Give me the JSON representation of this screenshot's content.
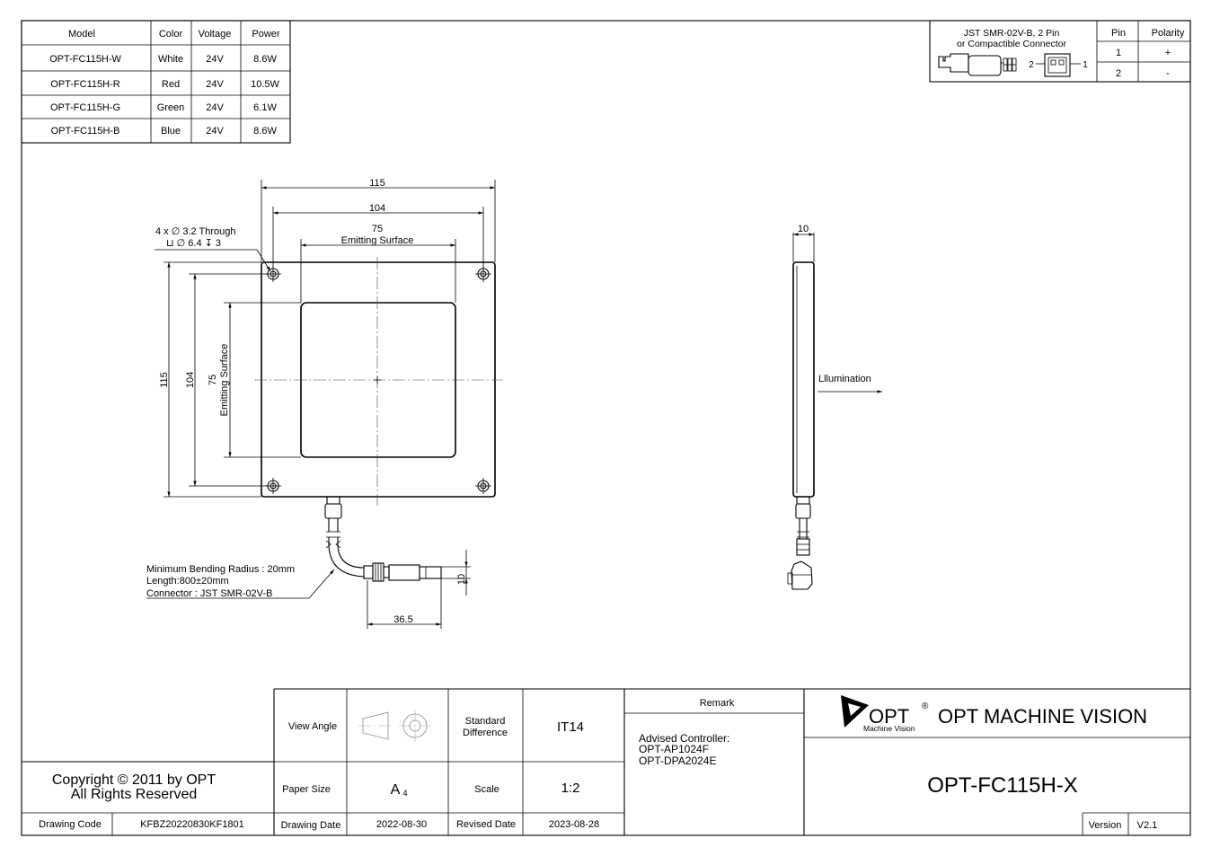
{
  "model_table": {
    "headers": [
      "Model",
      "Color",
      "Voltage",
      "Power"
    ],
    "rows": [
      [
        "OPT-FC115H-W",
        "White",
        "24V",
        "8.6W"
      ],
      [
        "OPT-FC115H-R",
        "Red",
        "24V",
        "10.5W"
      ],
      [
        "OPT-FC115H-G",
        "Green",
        "24V",
        "6.1W"
      ],
      [
        "OPT-FC115H-B",
        "Blue",
        "24V",
        "8.6W"
      ]
    ]
  },
  "connector_table": {
    "title_line1": "JST SMR-02V-B, 2 Pin",
    "title_line2": "or Compactible Connector",
    "pin_header": "Pin",
    "polarity_header": "Polarity",
    "pin2_label": "2",
    "pin1_label": "1",
    "rows": [
      [
        "1",
        "+"
      ],
      [
        "2",
        "-"
      ]
    ]
  },
  "front_view": {
    "dim_outer_w": "115",
    "dim_hole_w": "104",
    "dim_emit_w": "75",
    "dim_emit_w_label": "Emitting Surface",
    "dim_outer_h": "115",
    "dim_hole_h": "104",
    "dim_emit_h": "75",
    "dim_emit_h_label": "Emitting Surface",
    "hole_note_line1": "4 x ∅ 3.2 Through",
    "hole_note_line2": "⊔ ∅ 6.4 ↧ 3",
    "cable_note_1": "Minimum Bending Radius : 20mm",
    "cable_note_2": "Length:800±20mm",
    "cable_note_3": "Connector : JST SMR-02V-B",
    "dim_connector_len": "36.5",
    "dim_connector_h": "10"
  },
  "side_view": {
    "dim_thickness": "10",
    "illumination_label": "Lllumination"
  },
  "title_block": {
    "view_angle_label": "View Angle",
    "standard_diff_label_1": "Standard",
    "standard_diff_label_2": "Difference",
    "standard_diff_value": "IT14",
    "paper_size_label": "Paper Size",
    "paper_size_value": "A",
    "paper_size_sub": "4",
    "scale_label": "Scale",
    "scale_value": "1:2",
    "drawing_date_label": "Drawing Date",
    "drawing_date_value": "2022-08-30",
    "revised_date_label": "Revised Date",
    "revised_date_value": "2023-08-28",
    "remark_label": "Remark",
    "remark_line1": "Advised Controller:",
    "remark_line2": "OPT-AP1024F",
    "remark_line3": "OPT-DPA2024E",
    "logo_text": "OPT",
    "logo_reg": "®",
    "logo_sub": "Machine Vision",
    "company": "OPT MACHINE VISION",
    "part_number": "OPT-FC115H-X",
    "version_label": "Version",
    "version_value": "V2.1",
    "copyright_line1": "Copyright © 2011 by OPT",
    "copyright_line2": "All Rights Reserved",
    "drawing_code_label": "Drawing Code",
    "drawing_code_value": "KFBZ20220830KF1801"
  }
}
